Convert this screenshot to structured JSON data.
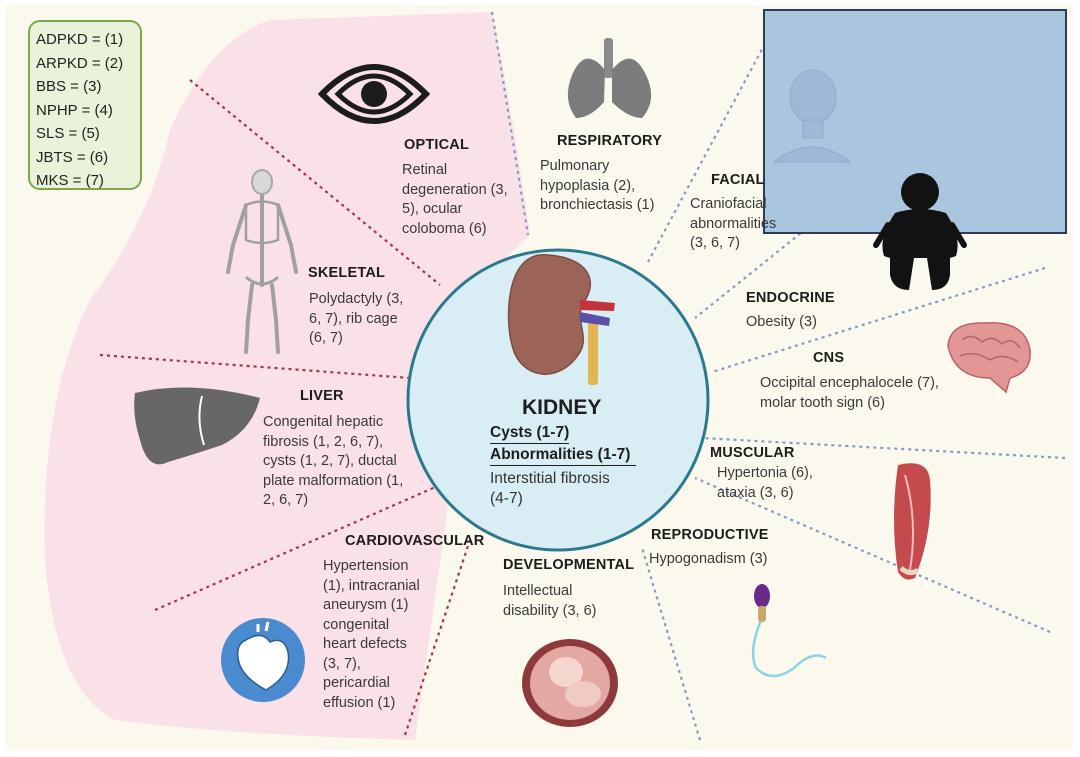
{
  "legend": [
    {
      "text": "ADPKD = (1)"
    },
    {
      "text": "ARPKD = (2)"
    },
    {
      "text": "BBS = (3)"
    },
    {
      "text": "NPHP = (4)"
    },
    {
      "text": "SLS = (5)"
    },
    {
      "text": "JBTS = (6)"
    },
    {
      "text": "MKS = (7)"
    }
  ],
  "center": {
    "title": "KIDNEY",
    "cysts": "Cysts (1-7)",
    "abnormalities": "Abnormalities (1-7)",
    "fibrosis": "Interstitial fibrosis",
    "fibrosis_ref": "(4-7)"
  },
  "systems": {
    "optical": {
      "heading": "OPTICAL",
      "lines": [
        "Retinal",
        "degeneration (3,",
        "5), ocular",
        "coloboma (6)"
      ]
    },
    "respiratory": {
      "heading": "RESPIRATORY",
      "lines": [
        "Pulmonary",
        "hypoplasia (2),",
        "bronchiectasis (1)"
      ]
    },
    "facial": {
      "heading": "FACIAL",
      "lines": [
        "Craniofacial",
        "abnormalities",
        "(3, 6, 7)"
      ]
    },
    "skeletal": {
      "heading": "SKELETAL",
      "lines": [
        "Polydactyly (3,",
        "6, 7), rib cage",
        "(6, 7)"
      ]
    },
    "endocrine": {
      "heading": "ENDOCRINE",
      "lines": [
        "Obesity (3)"
      ]
    },
    "cns": {
      "heading": "CNS",
      "lines": [
        "Occipital encephalocele (7),",
        "molar tooth sign (6)"
      ]
    },
    "liver": {
      "heading": "LIVER",
      "lines": [
        "Congenital hepatic",
        "fibrosis (1, 2, 6, 7),",
        "cysts (1, 2, 7), ductal",
        "plate malformation (1,",
        "2, 6, 7)"
      ]
    },
    "muscular": {
      "heading": "MUSCULAR",
      "lines": [
        "Hypertonia (6),",
        "ataxia (3, 6)"
      ]
    },
    "reproductive": {
      "heading": "REPRODUCTIVE",
      "lines": [
        "Hypogonadism (3)"
      ]
    },
    "cardiovascular": {
      "heading": "CARDIOVASCULAR",
      "lines": [
        "Hypertension",
        "(1), intracranial",
        "aneurysm (1)",
        "congenital",
        "heart defects",
        "(3, 7),",
        "pericardial",
        "effusion (1)"
      ]
    },
    "developmental": {
      "heading": "DEVELOPMENTAL",
      "lines": [
        "Intellectual",
        "disability (3, 6)"
      ]
    }
  },
  "icons": [
    "eye-icon",
    "lungs-icon",
    "head-silhouette-icon",
    "obese-person-icon",
    "skeleton-icon",
    "kidney-icon",
    "brain-icon",
    "liver-icon",
    "muscle-icon",
    "sperm-icon",
    "heart-icon",
    "fetus-icon"
  ],
  "colors": {
    "background": "#fbf8ee",
    "pink_region": "#f9e1e7",
    "center_circle": "#d9eef4",
    "circle_border": "#2b7a8c",
    "legend_fill": "#e8f3da",
    "legend_border": "#7aa84a",
    "red_dotted": "#a8344a",
    "blue_dotted": "#8a98c4",
    "overlay_box": "#aac6df"
  }
}
